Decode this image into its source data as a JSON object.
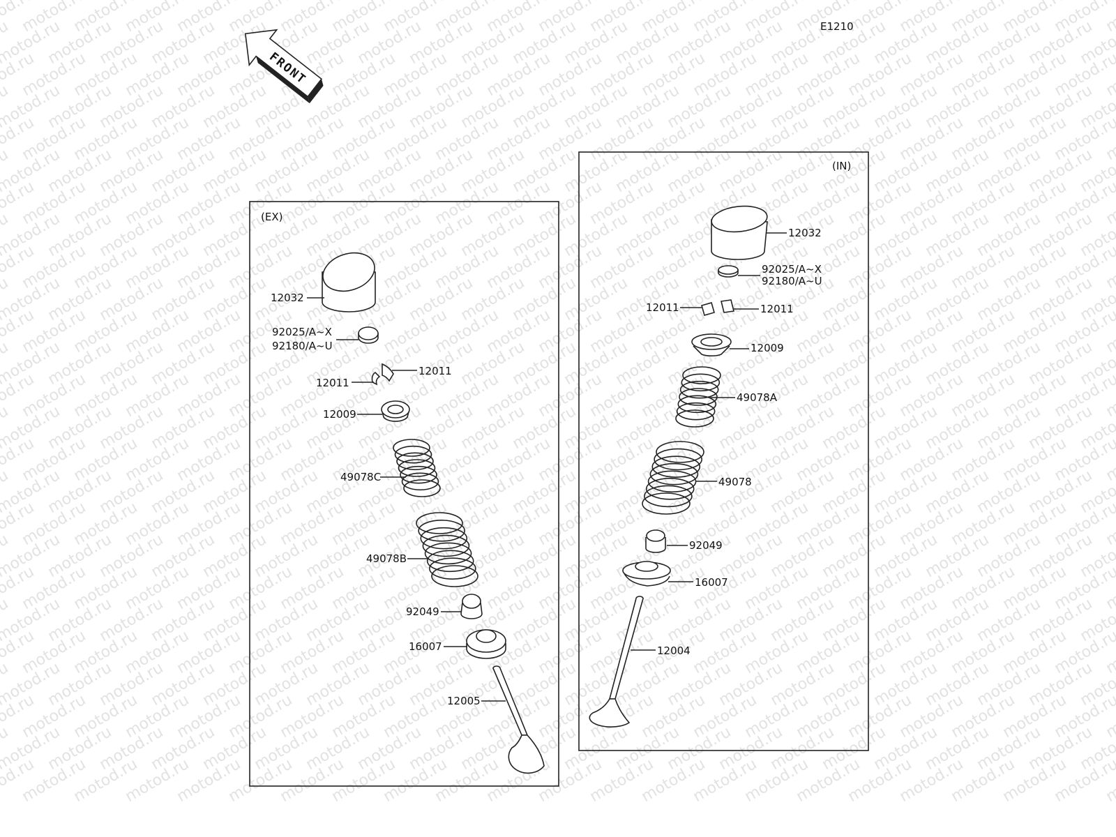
{
  "diagram_id": "E1210",
  "front_label": "FRONT",
  "watermark_text": "motod.ru",
  "exhaust": {
    "title": "(EX)",
    "labels": {
      "tappet": "12032",
      "shim_a": "92025/A~X",
      "shim_b": "92180/A~U",
      "cotter_right": "12011",
      "cotter_left": "12011",
      "retainer": "12009",
      "spring_inner": "49078C",
      "spring_outer": "49078B",
      "seal": "92049",
      "seat": "16007",
      "valve": "12005"
    }
  },
  "intake": {
    "title": "(IN)",
    "labels": {
      "tappet": "12032",
      "shim_a": "92025/A~X",
      "shim_b": "92180/A~U",
      "cotter_left": "12011",
      "cotter_right": "12011",
      "retainer": "12009",
      "spring_inner": "49078A",
      "spring_outer": "49078",
      "seal": "92049",
      "seat": "16007",
      "valve": "12004"
    }
  },
  "colors": {
    "line": "#222222",
    "watermark": "#e2e2e2"
  }
}
